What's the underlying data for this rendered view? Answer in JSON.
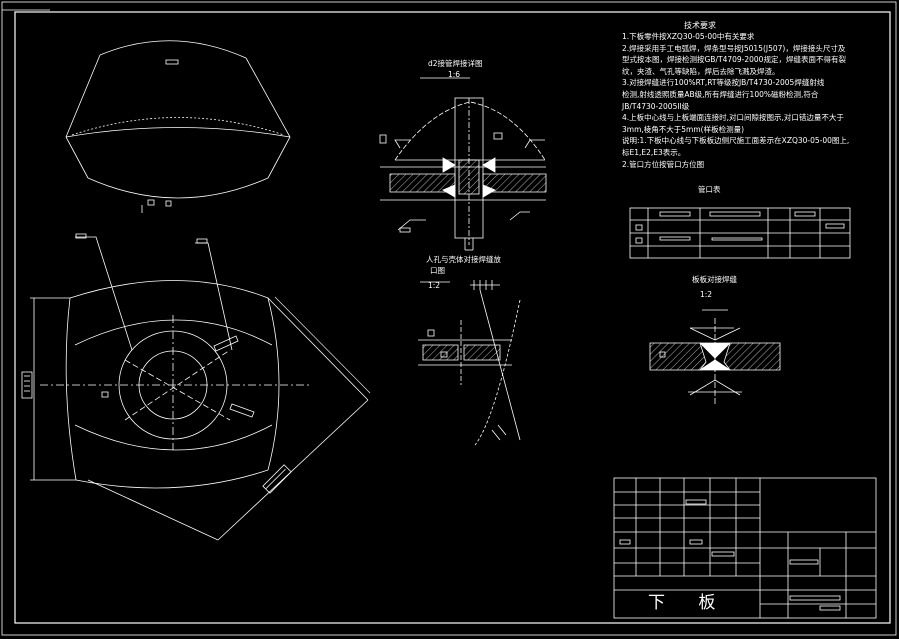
{
  "tech_requirements": {
    "title": "技术要求",
    "lines": [
      "1.下板零件按XZQ30-05-00中有关要求",
      "2.焊接采用手工电弧焊，焊条型号按J5015(J507)，焊接接头尺寸及",
      "型式按本图，焊接检测按GB/T4709-2000规定，焊缝表面不得有裂",
      "纹，夹渣、气孔等缺陷，焊后去除飞溅及焊渣。",
      "3.对接焊缝进行100%RT,RT等级按JB/T4730-2005焊缝射线",
      "检测,射线透照质量AB级,所有焊缝进行100%磁粉检测,符合",
      "JB/T4730-2005II级",
      "4.上板中心线与上板端面连接时,对口间隙按图示,对口错边量不大于",
      "3mm,棱角不大于5mm(样板检测量)",
      "说明:1.下板中心线与下板板边侧尺施工面差示在XZQ30-05-00图上,",
      "标E1,E2,E3表示。",
      "    2.管口方位按管口方位图"
    ]
  },
  "section_d2": {
    "title": "d2接管焊接详图",
    "scale": "1:6"
  },
  "section_manhole": {
    "title_line1": "人孔与壳体对接焊缝放",
    "title_line2": "口图",
    "scale": "1:2"
  },
  "nozzle_table": {
    "title": "管口表"
  },
  "section_plate_weld": {
    "title": "板板对接焊缝",
    "scale": "1:2"
  },
  "title_block": {
    "part_name": "下 板"
  },
  "colors": {
    "background": "#000000",
    "lines": "#ffffff"
  }
}
